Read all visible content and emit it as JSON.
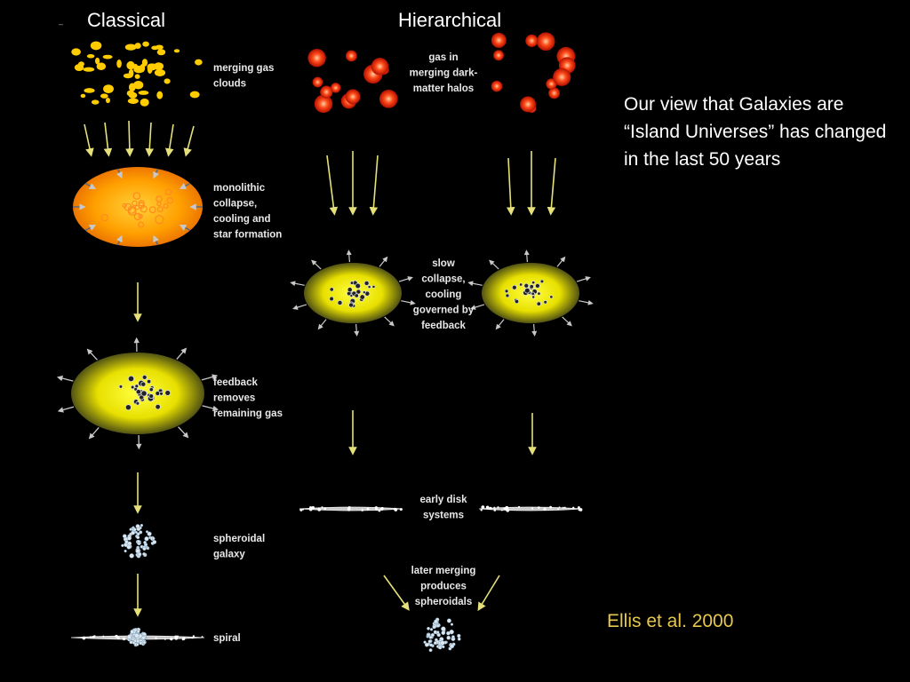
{
  "slide": {
    "bullet": "–",
    "heading_classical": "Classical",
    "heading_hierarchical": "Hierarchical",
    "note": "Our view that Galaxies are “Island Universes” has changed in the last 50 years",
    "credit": "Ellis et al. 2000"
  },
  "diagram": {
    "classical_labels": [
      [
        "merging gas",
        "clouds"
      ],
      [
        "monolithic",
        "collapse,",
        "cooling and",
        "star formation"
      ],
      [
        "feedback",
        "removes",
        "remaining gas"
      ],
      [
        "spheroidal",
        "galaxy"
      ],
      [
        "spiral"
      ]
    ],
    "hierarchical_labels": [
      [
        "gas in",
        "merging dark-",
        "matter halos"
      ],
      [
        "slow",
        "collapse,",
        "cooling",
        "governed by",
        "feedback"
      ],
      [
        "early disk",
        "systems"
      ],
      [
        "later merging",
        "produces",
        "spheroidals"
      ]
    ],
    "colors": {
      "gas_clouds": "#ffcc00",
      "halos": "#ff3a1a",
      "collapse_core": "#ffb000",
      "feedback_core": "#f4f000",
      "arrows": "#e6e07a",
      "label": "#e8e8e8",
      "credit": "#e8c84a"
    }
  }
}
